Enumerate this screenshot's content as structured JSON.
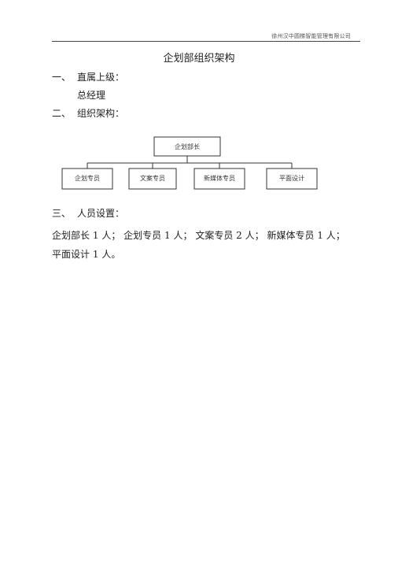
{
  "header": {
    "company": "徐州汉中圆梯智能管理有限公司"
  },
  "title": "企划部组织架构",
  "sections": {
    "superior": {
      "number": "一、",
      "label": "直属上级：",
      "value": "总经理"
    },
    "structure": {
      "number": "二、",
      "label": "组织架构："
    },
    "staffing": {
      "number": "三、",
      "label": "人员设置："
    }
  },
  "org_chart": {
    "root": "企划部长",
    "children": [
      "企划专员",
      "文案专员",
      "新媒体专员",
      "平面设计"
    ]
  },
  "staffing_items": [
    {
      "role": "企划部长",
      "count": "1",
      "unit": "人；"
    },
    {
      "role": "企划专员",
      "count": "1",
      "unit": "人；"
    },
    {
      "role": "文案专员",
      "count": "2",
      "unit": "人；"
    },
    {
      "role": "新媒体专员",
      "count": "1",
      "unit": "人；"
    },
    {
      "role": "平面设计",
      "count": "1",
      "unit": "人。"
    }
  ]
}
